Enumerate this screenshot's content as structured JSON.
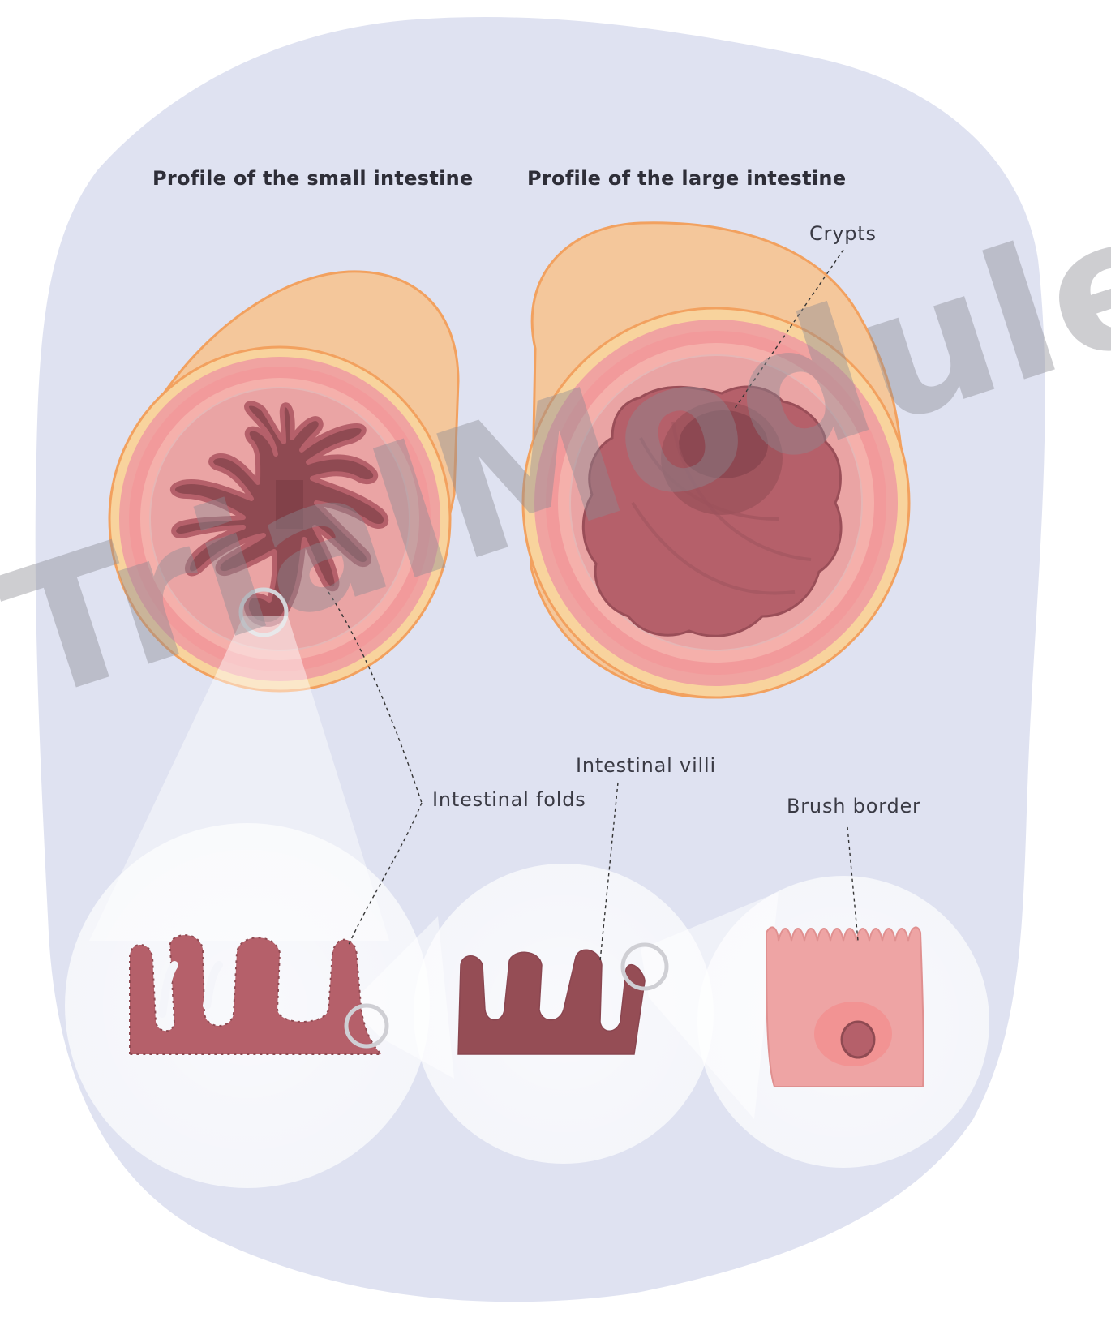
{
  "titles": {
    "small": "Profile of the small intestine",
    "large": "Profile of the large intestine"
  },
  "callouts": {
    "crypts": "Crypts",
    "intestinal_folds": "Intestinal folds",
    "intestinal_villi": "Intestinal villi",
    "brush_border": "Brush border"
  },
  "watermark": "TrialModule",
  "colors": {
    "background_blob": "#dfe2f1",
    "outer_tube": "#f4c79b",
    "tube_outline": "#f2a15f",
    "muscle_ring": "#f29a9b",
    "mucosa": "#f2b0ac",
    "lumen_tissue": "#8f4a52",
    "villi_fill": "#b5606a",
    "cell_fill": "#eea4a4",
    "watermark": "#8b8b94"
  }
}
